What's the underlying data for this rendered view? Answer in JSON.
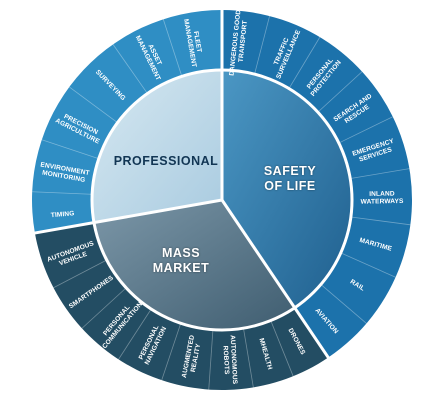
{
  "sectors": {
    "professional": {
      "label_lines": [
        "PROFESSIONAL"
      ],
      "color_inner": "#c3dbe9",
      "applications": [
        [
          "TIMING"
        ],
        [
          "ENVIRONMENT",
          "MONITORING"
        ],
        [
          "PRECISION",
          "AGRICULTURE"
        ],
        [
          "SURVEYING"
        ],
        [
          "ASSET",
          "MANAGEMENT"
        ],
        [
          "FLEET",
          "MANAGEMENT"
        ]
      ]
    },
    "safety_of_life": {
      "label_lines": [
        "SAFETY",
        "OF LIFE"
      ],
      "color_inner": "#2f7fb0",
      "applications": [
        [
          "DANGEROUS GOODS",
          "TRANSPORT"
        ],
        [
          "TRAFFIC",
          "SURVEILLANCE"
        ],
        [
          "PERSONAL",
          "PROTECTION"
        ],
        [
          "SEARCH AND",
          "RESCUE"
        ],
        [
          "EMERGENCY",
          "SERVICES"
        ],
        [
          "INLAND",
          "WATERWAYS"
        ],
        [
          "MARITIME"
        ],
        [
          "RAIL"
        ],
        [
          "AVIATION"
        ]
      ]
    },
    "mass_market": {
      "label_lines": [
        "MASS",
        "MARKET"
      ],
      "color_inner": "#5a7a8e",
      "applications": [
        [
          "DRONES"
        ],
        [
          "MHEALTH"
        ],
        [
          "AUTONOMOUS",
          "ROBOTS"
        ],
        [
          "AUGMENTED",
          "REALITY"
        ],
        [
          "PERSONAL",
          "NAVIGATION"
        ],
        [
          "PERSONAL",
          "COMMUNICATION"
        ],
        [
          "SMARTPHONES"
        ],
        [
          "AUTONOMOUS",
          "VEHICLE"
        ]
      ]
    }
  },
  "colors": {
    "professional_ring": "#2f8ec4",
    "safety_ring": "#1c72ab",
    "mass_ring": "#234d63",
    "divider": "#ffffff",
    "professional_text": "#123654",
    "ring_text": "#ffffff"
  }
}
